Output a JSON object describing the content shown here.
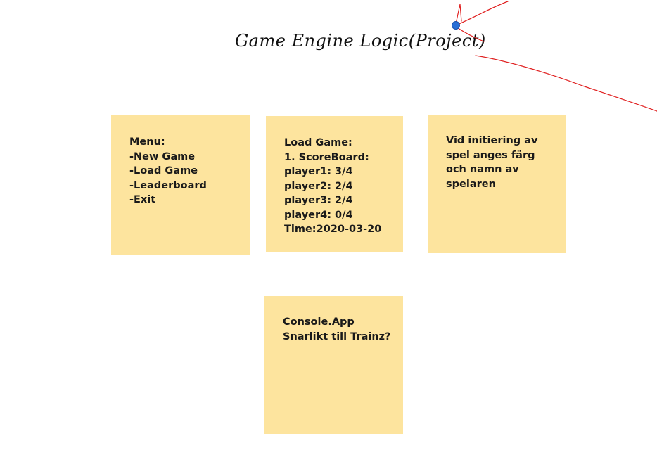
{
  "canvas": {
    "title": "Game Engine Logic(Project)",
    "note_color": "#fde49e",
    "ink_color": "#e02020",
    "pen_cursor_color": "#2a6fd6"
  },
  "notes": [
    {
      "id": "menu",
      "lines": [
        "Menu:",
        "-New Game",
        "-Load Game",
        "-Leaderboard",
        "-Exit"
      ]
    },
    {
      "id": "load",
      "lines": [
        "Load Game:",
        "1. ScoreBoard:",
        "player1: 3/4",
        "player2: 2/4",
        "player3: 2/4",
        "player4: 0/4",
        "Time:2020-03-20"
      ]
    },
    {
      "id": "init",
      "lines": [
        "Vid initiering av",
        "spel anges färg",
        "och namn av",
        "spelaren"
      ]
    },
    {
      "id": "console",
      "lines": [
        "Console.App",
        "Snarlikt till Trainz?"
      ]
    }
  ]
}
